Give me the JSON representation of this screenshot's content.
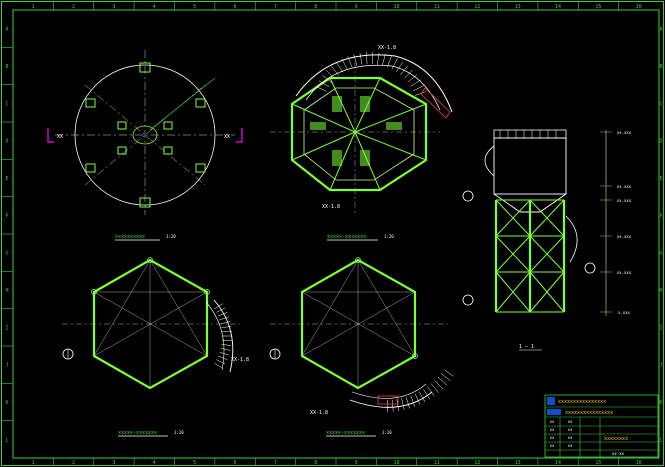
{
  "colors": {
    "background": "#000000",
    "frame": "#39d139",
    "member": "#7dff3a",
    "member_light": "#c8ff8a",
    "center_line": "#cfcfcf",
    "dim": "#ffffff",
    "stair": "#ffffff",
    "stair_red": "#ff3c3c",
    "label_green": "#27e427",
    "magenta": "#ff00ff",
    "title_yellow": "#ffd000",
    "title_blue": "#0a50c8",
    "title_red": "#ff2020"
  },
  "border": {
    "top_numbers": [
      "1",
      "2",
      "3",
      "4",
      "5",
      "6",
      "7",
      "8",
      "9",
      "10",
      "11",
      "12",
      "13",
      "14",
      "15",
      "16"
    ],
    "bottom_numbers": [
      "1",
      "2",
      "3",
      "4",
      "5",
      "6",
      "7",
      "8",
      "9",
      "10",
      "11",
      "12",
      "13",
      "14",
      "15",
      "16"
    ],
    "left_letters": [
      "A",
      "B",
      "C",
      "D",
      "E",
      "F",
      "G",
      "H",
      "I",
      "J",
      "K",
      "L"
    ],
    "right_letters": [
      "A",
      "B",
      "C",
      "D",
      "E",
      "F",
      "G",
      "H",
      "I",
      "J",
      "K",
      "L"
    ]
  },
  "plans": {
    "anchor_plan": {
      "title": "xxxxxxxxxx",
      "scale": "1:20",
      "left_mark": "XX",
      "right_mark": "XX"
    },
    "platform_plan": {
      "title": "xxxxx-xxxxxxx",
      "scale": "1:20",
      "tag_a": "XX-1.8",
      "tag_b": "XX-1.8"
    },
    "hex_plan_left": {
      "title": "xxxxx-xxxxxxx",
      "scale": "1:20",
      "tag": "XX-1.8"
    },
    "hex_plan_right": {
      "title": "xxxxx-xxxxxxx",
      "scale": "1:20",
      "tag": "XX-1.8"
    }
  },
  "elevation": {
    "section_label": "1 — 1",
    "levels": [
      "xx.xxx",
      "xx.xxx",
      "xx.xxx",
      "xx.xxx",
      "xx.xxx",
      "x.xxx"
    ]
  },
  "title_block": {
    "company": "xxxxxxxxxxxxxxxx",
    "project": "xxxxxxxxxxxxxxxx",
    "drawing_name": "xxxxxxxx",
    "rows": [
      {
        "role": "xx",
        "name": "xx",
        "sign": ""
      },
      {
        "role": "xx",
        "name": "xx",
        "sign": ""
      },
      {
        "role": "xx",
        "name": "xx",
        "sign": ""
      },
      {
        "role": "xx",
        "name": "xx",
        "sign": ""
      }
    ],
    "drawing_no": "xx-xx",
    "sheet": "x"
  }
}
